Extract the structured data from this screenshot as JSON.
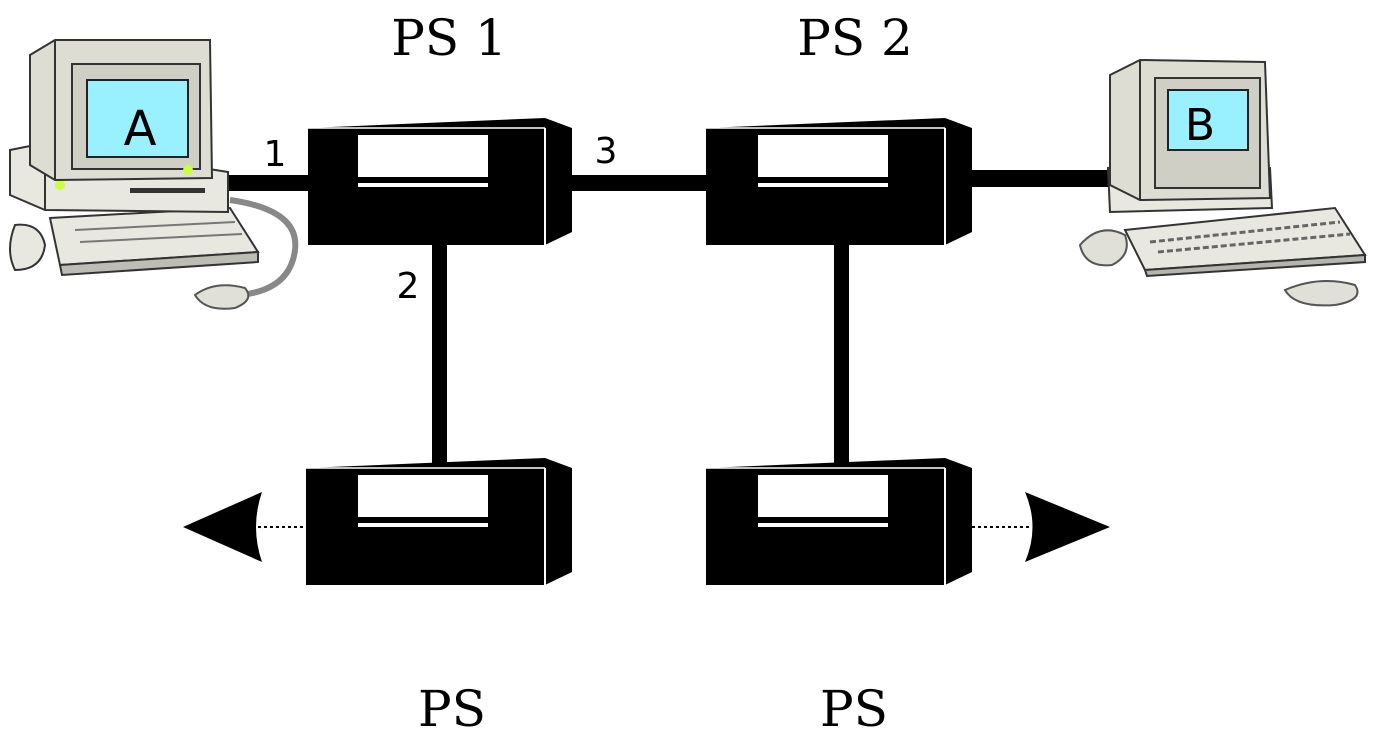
{
  "nodes": {
    "switch_top_left": {
      "label": "PS 1"
    },
    "switch_top_right": {
      "label": "PS 2"
    },
    "switch_bottom_left": {
      "label": "PS"
    },
    "switch_bottom_right": {
      "label": "PS"
    },
    "computer_left": {
      "screen_label": "A"
    },
    "computer_right": {
      "screen_label": "B"
    }
  },
  "ports": {
    "p1": "1",
    "p2": "2",
    "p3": "3"
  },
  "colors": {
    "switch": "#000000",
    "screen": "#99f0ff",
    "computer_body": "#e8e8e0",
    "led": "#c8ff40"
  },
  "icons": {
    "arrow_left": "arrow-left-icon",
    "arrow_right": "arrow-right-icon"
  }
}
